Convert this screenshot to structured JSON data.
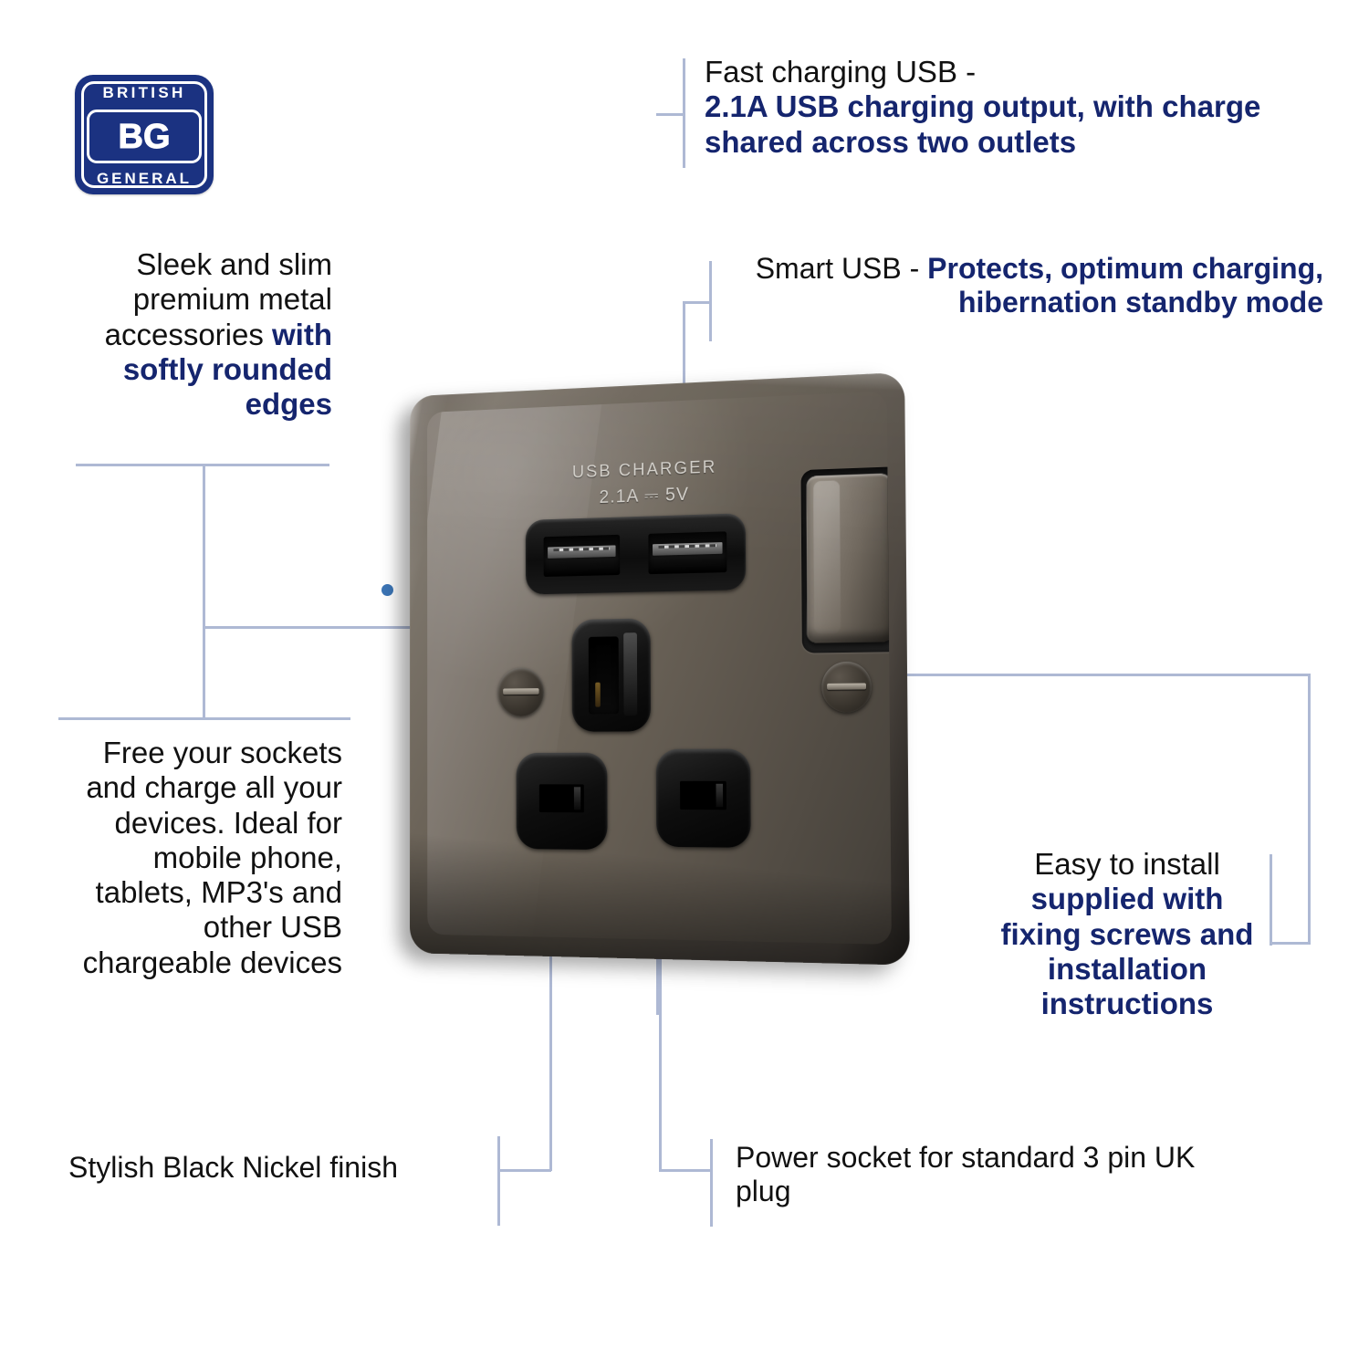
{
  "brand": {
    "logo_top": "BRITISH",
    "logo_center": "BG",
    "logo_bottom": "GENERAL",
    "logo_color": "#1b3281"
  },
  "colors": {
    "accent_navy": "#15256e",
    "leader_line": "#aeb9d4",
    "leader_dot": "#2f6bb0",
    "body_text": "#111111",
    "background": "#ffffff"
  },
  "callouts": {
    "sleek": {
      "plain": "Sleek and slim premium metal accessories",
      "bold": "with softly rounded edges",
      "align": "right"
    },
    "fast_charging": {
      "plain": "Fast charging USB -",
      "bold": "2.1A USB charging output, with charge shared across two outlets",
      "align": "left"
    },
    "smart_usb": {
      "plain": "Smart USB - ",
      "bold": "Protects, optimum charging, hibernation standby mode",
      "align": "right"
    },
    "free_sockets": {
      "plain": "Free your sockets and charge all your devices. Ideal for mobile phone, tablets, MP3's and other USB chargeable devices",
      "bold": "",
      "align": "right"
    },
    "easy_install": {
      "plain": "Easy to install ",
      "bold": "supplied with fixing screws and installation instructions",
      "align": "center"
    },
    "finish": {
      "plain": "Stylish Black Nickel finish",
      "bold": "",
      "align": "left"
    },
    "power_socket": {
      "plain": "Power socket for standard 3 pin UK plug",
      "bold": "",
      "align": "left"
    }
  },
  "product": {
    "type": "UK 13A switched single socket with dual USB charger",
    "finish": "Black Nickel",
    "markings": {
      "usb_charger_label": "USB CHARGER",
      "usb_rating_label": "2.1A ⎓ 5V"
    },
    "features": {
      "usb_ports": 2,
      "switch": "single rocker",
      "screws": 2
    }
  }
}
